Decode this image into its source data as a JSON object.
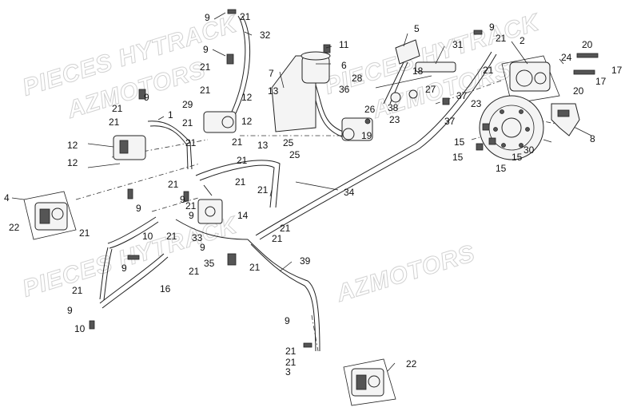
{
  "watermarks": [
    {
      "id": "wm1",
      "text": "PIECES HYTRACK"
    },
    {
      "id": "wm2",
      "text": "AZMOTORS"
    },
    {
      "id": "wm3",
      "text": "PIECES HYTRACK"
    },
    {
      "id": "wm4",
      "text": "AZMOTORS"
    },
    {
      "id": "wm5",
      "text": "PIECES HYTRACK"
    },
    {
      "id": "wm6",
      "text": "AZMOTORS"
    }
  ],
  "callouts": [
    {
      "id": "c1",
      "text": "9"
    },
    {
      "id": "c2",
      "text": "21"
    },
    {
      "id": "c3",
      "text": "32"
    },
    {
      "id": "c4",
      "text": "9"
    },
    {
      "id": "c5",
      "text": "21"
    },
    {
      "id": "c6",
      "text": "21"
    },
    {
      "id": "c7",
      "text": "11"
    },
    {
      "id": "c8",
      "text": "6"
    },
    {
      "id": "c9",
      "text": "7"
    },
    {
      "id": "c10",
      "text": "5"
    },
    {
      "id": "c11",
      "text": "31"
    },
    {
      "id": "c12",
      "text": "9"
    },
    {
      "id": "c13",
      "text": "21"
    },
    {
      "id": "c14",
      "text": "2"
    },
    {
      "id": "c15",
      "text": "20"
    },
    {
      "id": "c16",
      "text": "17"
    },
    {
      "id": "c17",
      "text": "24"
    },
    {
      "id": "c18",
      "text": "21"
    },
    {
      "id": "c19",
      "text": "17"
    },
    {
      "id": "c20",
      "text": "20"
    },
    {
      "id": "c21",
      "text": "36"
    },
    {
      "id": "c22",
      "text": "28"
    },
    {
      "id": "c23",
      "text": "18"
    },
    {
      "id": "c24",
      "text": "27"
    },
    {
      "id": "c25",
      "text": "38"
    },
    {
      "id": "c26",
      "text": "23"
    },
    {
      "id": "c27",
      "text": "37"
    },
    {
      "id": "c28",
      "text": "23"
    },
    {
      "id": "c29",
      "text": "37"
    },
    {
      "id": "c30",
      "text": "9"
    },
    {
      "id": "c31",
      "text": "21"
    },
    {
      "id": "c32",
      "text": "21"
    },
    {
      "id": "c33",
      "text": "1"
    },
    {
      "id": "c34",
      "text": "29"
    },
    {
      "id": "c35",
      "text": "12"
    },
    {
      "id": "c36",
      "text": "13"
    },
    {
      "id": "c37",
      "text": "21"
    },
    {
      "id": "c38",
      "text": "12"
    },
    {
      "id": "c39",
      "text": "26"
    },
    {
      "id": "c40",
      "text": "19"
    },
    {
      "id": "c41",
      "text": "13"
    },
    {
      "id": "c42",
      "text": "25"
    },
    {
      "id": "c43",
      "text": "25"
    },
    {
      "id": "c44",
      "text": "21"
    },
    {
      "id": "c45",
      "text": "12"
    },
    {
      "id": "c46",
      "text": "12"
    },
    {
      "id": "c47",
      "text": "21"
    },
    {
      "id": "c48",
      "text": "21"
    },
    {
      "id": "c49",
      "text": "30"
    },
    {
      "id": "c50",
      "text": "8"
    },
    {
      "id": "c51",
      "text": "15"
    },
    {
      "id": "c52",
      "text": "15"
    },
    {
      "id": "c53",
      "text": "15"
    },
    {
      "id": "c54",
      "text": "15"
    },
    {
      "id": "c55",
      "text": "21"
    },
    {
      "id": "c56",
      "text": "9"
    },
    {
      "id": "c57",
      "text": "21"
    },
    {
      "id": "c58",
      "text": "21"
    },
    {
      "id": "c59",
      "text": "34"
    },
    {
      "id": "c60",
      "text": "4"
    },
    {
      "id": "c61",
      "text": "9"
    },
    {
      "id": "c62",
      "text": "21"
    },
    {
      "id": "c63",
      "text": "9"
    },
    {
      "id": "c64",
      "text": "14"
    },
    {
      "id": "c65",
      "text": "22"
    },
    {
      "id": "c66",
      "text": "21"
    },
    {
      "id": "c67",
      "text": "10"
    },
    {
      "id": "c68",
      "text": "21"
    },
    {
      "id": "c69",
      "text": "33"
    },
    {
      "id": "c70",
      "text": "21"
    },
    {
      "id": "c71",
      "text": "21"
    },
    {
      "id": "c72",
      "text": "9"
    },
    {
      "id": "c73",
      "text": "9"
    },
    {
      "id": "c74",
      "text": "21"
    },
    {
      "id": "c75",
      "text": "35"
    },
    {
      "id": "c76",
      "text": "39"
    },
    {
      "id": "c77",
      "text": "16"
    },
    {
      "id": "c78",
      "text": "21"
    },
    {
      "id": "c79",
      "text": "21"
    },
    {
      "id": "c80",
      "text": "9"
    },
    {
      "id": "c81",
      "text": "10"
    },
    {
      "id": "c82",
      "text": "9"
    },
    {
      "id": "c83",
      "text": "21"
    },
    {
      "id": "c84",
      "text": "21"
    },
    {
      "id": "c85",
      "text": "3"
    },
    {
      "id": "c86",
      "text": "22"
    }
  ]
}
